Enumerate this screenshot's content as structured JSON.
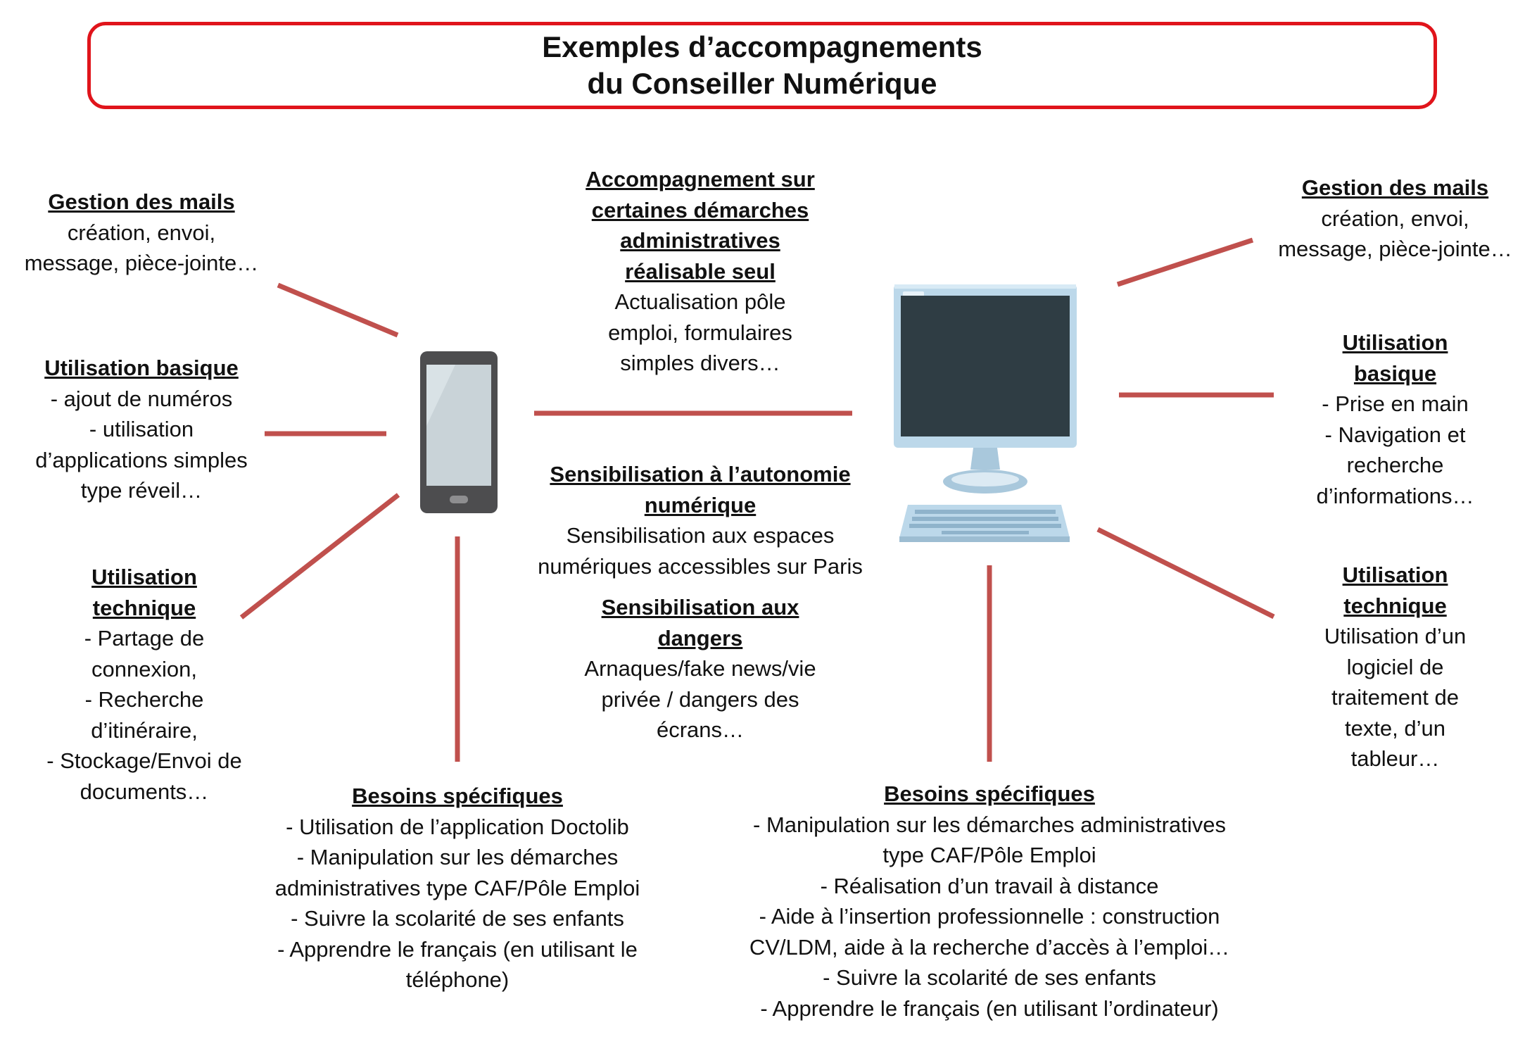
{
  "title": {
    "line1": "Exemples d’accompagnements",
    "line2": "du Conseiller Numérique"
  },
  "colors": {
    "title_border": "#e0141b",
    "connector": "#c0504d",
    "phone_body": "#4d4d4f",
    "phone_screen": "#c9d3d8",
    "monitor_frame": "#bcd8ea",
    "monitor_screen": "#2d3a40"
  },
  "icons": {
    "phone": "smartphone-icon",
    "computer": "desktop-computer-icon"
  },
  "left": {
    "mails": {
      "heading": "Gestion des mails",
      "lines": [
        "création, envoi,",
        "message, pièce-jointe…"
      ]
    },
    "basique": {
      "heading": "Utilisation basique",
      "lines": [
        "- ajout de numéros",
        "- utilisation",
        "d’applications simples",
        "type réveil…"
      ]
    },
    "technique": {
      "heading": [
        "Utilisation",
        "technique"
      ],
      "lines": [
        "- Partage de",
        "connexion,",
        "- Recherche",
        "d’itinéraire,",
        "- Stockage/Envoi de",
        "documents…"
      ]
    },
    "besoins": {
      "heading": "Besoins spécifiques",
      "lines": [
        "- Utilisation de l’application Doctolib",
        "- Manipulation sur les démarches",
        "administratives type CAF/Pôle Emploi",
        "- Suivre la scolarité de ses enfants",
        "- Apprendre le français (en utilisant le",
        "téléphone)"
      ]
    }
  },
  "center": {
    "demarches": {
      "heading": [
        "Accompagnement sur",
        "certaines démarches",
        "administratives",
        "réalisable seul"
      ],
      "lines": [
        "Actualisation pôle",
        "emploi, formulaires",
        "simples divers…"
      ]
    },
    "autonomie": {
      "heading": [
        "Sensibilisation à l’autonomie",
        "numérique"
      ],
      "lines": [
        "Sensibilisation aux espaces",
        "numériques accessibles sur Paris"
      ]
    },
    "dangers": {
      "heading": [
        "Sensibilisation aux",
        "dangers"
      ],
      "lines": [
        "Arnaques/fake news/vie",
        "privée / dangers des",
        "écrans…"
      ]
    }
  },
  "right": {
    "mails": {
      "heading": "Gestion des mails",
      "lines": [
        "création, envoi,",
        "message, pièce-jointe…"
      ]
    },
    "basique": {
      "heading": [
        "Utilisation",
        "basique"
      ],
      "lines": [
        "- Prise en main",
        "- Navigation et",
        "recherche",
        "d’informations…"
      ]
    },
    "technique": {
      "heading": [
        "Utilisation",
        "technique"
      ],
      "lines": [
        "Utilisation d’un",
        "logiciel de",
        "traitement de",
        "texte, d’un",
        "tableur…"
      ]
    },
    "besoins": {
      "heading": "Besoins spécifiques",
      "lines": [
        "- Manipulation sur les démarches administratives",
        "type CAF/Pôle Emploi",
        "- Réalisation d’un travail à distance",
        "- Aide à l’insertion professionnelle : construction",
        "CV/LDM, aide à la recherche d’accès à l’emploi…",
        "- Suivre la scolarité de ses enfants",
        "- Apprendre le français (en utilisant l’ordinateur)"
      ]
    }
  }
}
